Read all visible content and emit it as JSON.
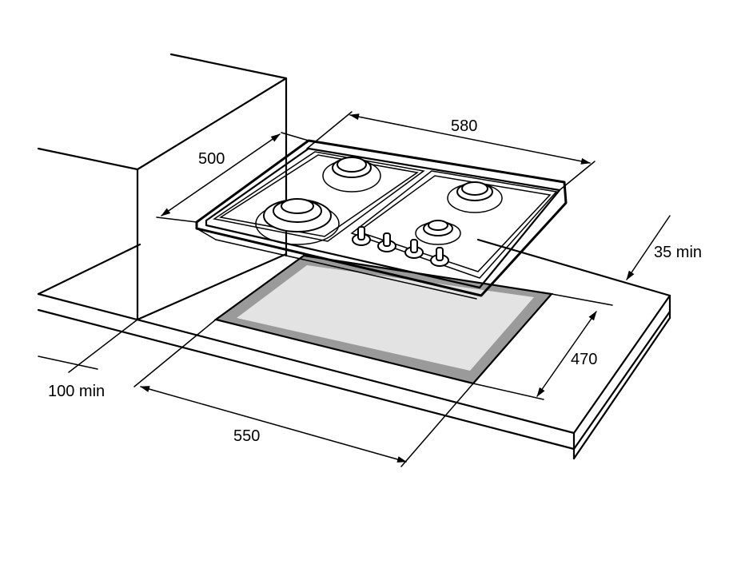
{
  "labels": {
    "width": "580",
    "depth": "500",
    "side_clearance": "35 min",
    "cutout_depth": "470",
    "back_clearance": "100 min",
    "cutout_width": "550"
  },
  "colors": {
    "cutout_fill": "#e3e3e3",
    "cutout_border": "#9a9a9a",
    "line": "#000000"
  },
  "icons": [
    "burner-icon",
    "knob-icon",
    "arrowhead-icon"
  ]
}
